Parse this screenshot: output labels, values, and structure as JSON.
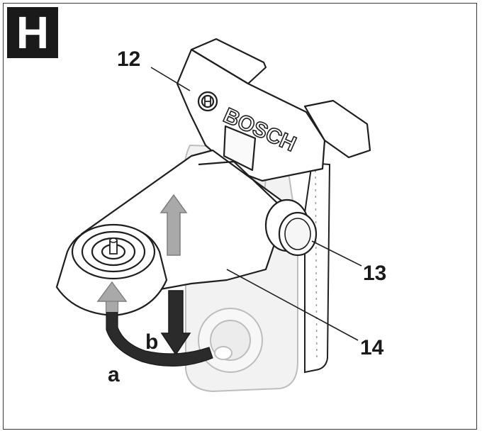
{
  "figure": {
    "panel_letter": "H",
    "brand_text": "BOSCH",
    "callouts": {
      "c12": "12",
      "c13": "13",
      "c14": "14",
      "ca": "a",
      "cb": "b"
    },
    "colors": {
      "line": "#1f1f1f",
      "ghost": "#b9b9b9",
      "ghost_fill": "#f1f1f1",
      "arrow_gray": "#a9a9a9",
      "arrow_dark": "#2b2b2b",
      "badge": "#1a1a1a"
    }
  }
}
